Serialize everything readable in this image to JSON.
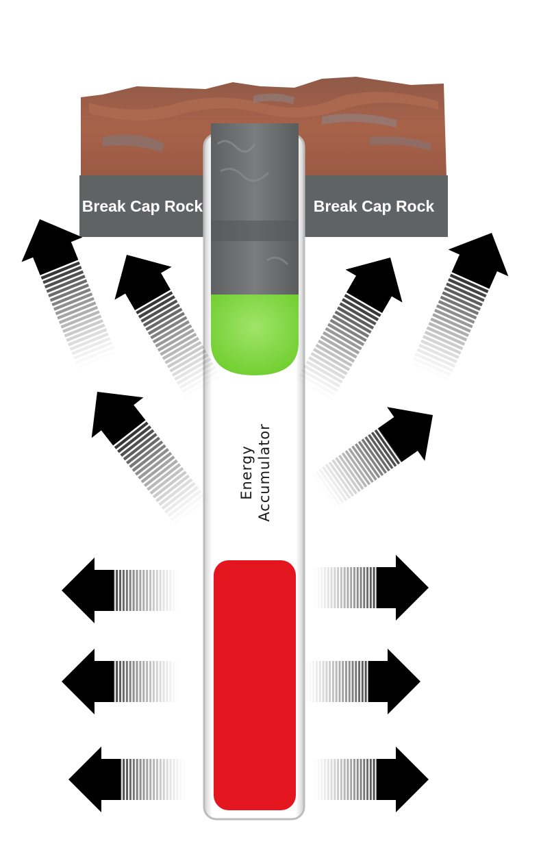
{
  "labels": {
    "cap_rock_left": "Break Cap Rock",
    "cap_rock_right": "Break Cap Rock",
    "tube_line1": "Energy",
    "tube_line2": "Accumulator"
  },
  "colors": {
    "rock_surface": "#a8624a",
    "cap_rock_band": "#606364",
    "tube_gray": "#6d6f70",
    "green_zone": "#7cd43a",
    "red_zone": "#e3151f",
    "arrow": "#000000"
  },
  "icons": [
    "arrow-icon"
  ]
}
